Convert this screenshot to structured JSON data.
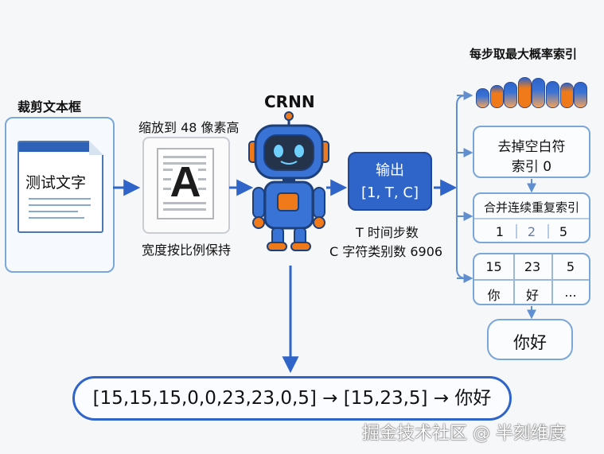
{
  "step_crop": {
    "title": "裁剪文本框",
    "doc_text": "测试文字"
  },
  "step_scale": {
    "title": "缩放到 48 像素高",
    "caption": "宽度按比例保持",
    "glyph": "A"
  },
  "crnn": {
    "title": "CRNN"
  },
  "output": {
    "line1": "输出",
    "line2": "[1, T, C]",
    "note1": "T 时间步数",
    "note2": "C 字符类别数 6906"
  },
  "right": {
    "argmax_title": "每步取最大概率索引",
    "remove_blank_line1": "去掉空白符",
    "remove_blank_line2": "索引 0",
    "merge_title": "合并连续重复索引",
    "merge_indices": [
      "1",
      "2",
      "5"
    ],
    "lookup_indices": [
      "15",
      "23",
      "5"
    ],
    "lookup_chars": [
      "你",
      "好",
      "..."
    ],
    "result": "你好"
  },
  "bottom": {
    "formula": "[15,15,15,0,0,23,23,0,5] → [15,23,5] → 你好"
  },
  "watermark": "掘金技术社区 @ 半刻维度",
  "prob_bars": [
    0.55,
    0.62,
    0.72,
    0.85,
    0.82,
    0.74,
    0.7,
    0.72
  ],
  "colors": {
    "accent": "#2f64c9",
    "border": "#7aa6d8",
    "orange": "#f07a1a",
    "blue": "#3a73d6"
  }
}
